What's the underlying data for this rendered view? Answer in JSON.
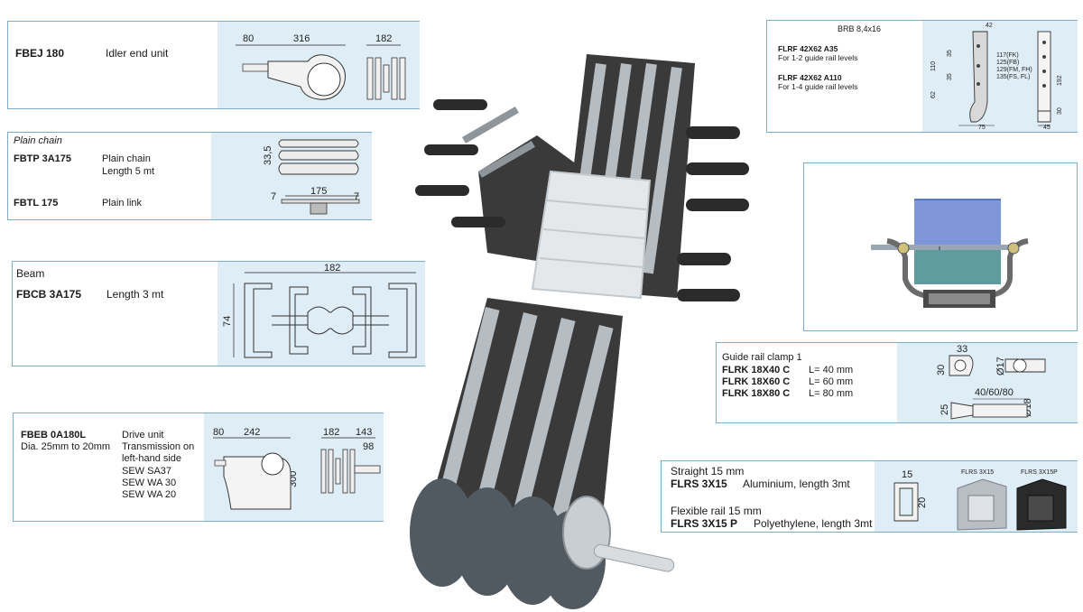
{
  "cards": {
    "idler": {
      "code": "FBEJ 180",
      "name": "Idler end unit",
      "dims": [
        "80",
        "316",
        "182"
      ]
    },
    "chain": {
      "heading": "Plain chain",
      "code1": "FBTP 3A175",
      "desc1a": "Plain chain",
      "desc1b": "Length 5 mt",
      "code2": "FBTL 175",
      "desc2": "Plain link",
      "dims": [
        "33,5",
        "7",
        "175",
        "7"
      ]
    },
    "beam": {
      "heading": "Beam",
      "code": "FBCB 3A175",
      "desc": "Length 3 mt",
      "dims": [
        "182",
        "74"
      ]
    },
    "drive": {
      "code": "FBEB  0A180L",
      "dia": "Dia. 25mm to 20mm",
      "desc": [
        "Drive unit",
        "Transmission on",
        "left-hand side",
        "SEW SA37",
        "SEW WA 30",
        "SEW WA 20"
      ],
      "dims": [
        "80",
        "242",
        "182",
        "143",
        "98",
        "300"
      ]
    },
    "bracket": {
      "top": "BRB 8,4x16",
      "code1": "FLRF 42X62 A35",
      "desc1": "For 1-2 guide rail levels",
      "code2": "FLRF 42X62 A110",
      "desc2": "For 1-4 guide rail levels",
      "dims": [
        "42",
        "35",
        "110",
        "35",
        "62",
        "117(FK)",
        "125(FB)",
        "129(FM, FH)",
        "135(FS, FL)",
        "75",
        "192",
        "30",
        "45"
      ]
    },
    "clamp": {
      "heading": "Guide rail clamp 1",
      "rows": [
        {
          "code": "FLRK 18X40 C",
          "len": "L= 40 mm"
        },
        {
          "code": "FLRK 18X60 C",
          "len": "L= 60 mm"
        },
        {
          "code": "FLRK 18X80 C",
          "len": "L= 80 mm"
        }
      ],
      "dims": [
        "33",
        "30",
        "Ø17",
        "40/60/80",
        "25",
        "Ø18"
      ]
    },
    "rail": {
      "line1": "Straight 15 mm",
      "code1": "FLRS 3X15",
      "desc1": "Aluminium, length 3mt",
      "line2": "Flexible rail 15 mm",
      "code2": "FLRS 3X15 P",
      "desc2": "Polyethylene, length 3mt",
      "dims": [
        "15",
        "20"
      ],
      "label_a": "FLRS 3X15",
      "label_b": "FLRS 3X15P"
    }
  }
}
